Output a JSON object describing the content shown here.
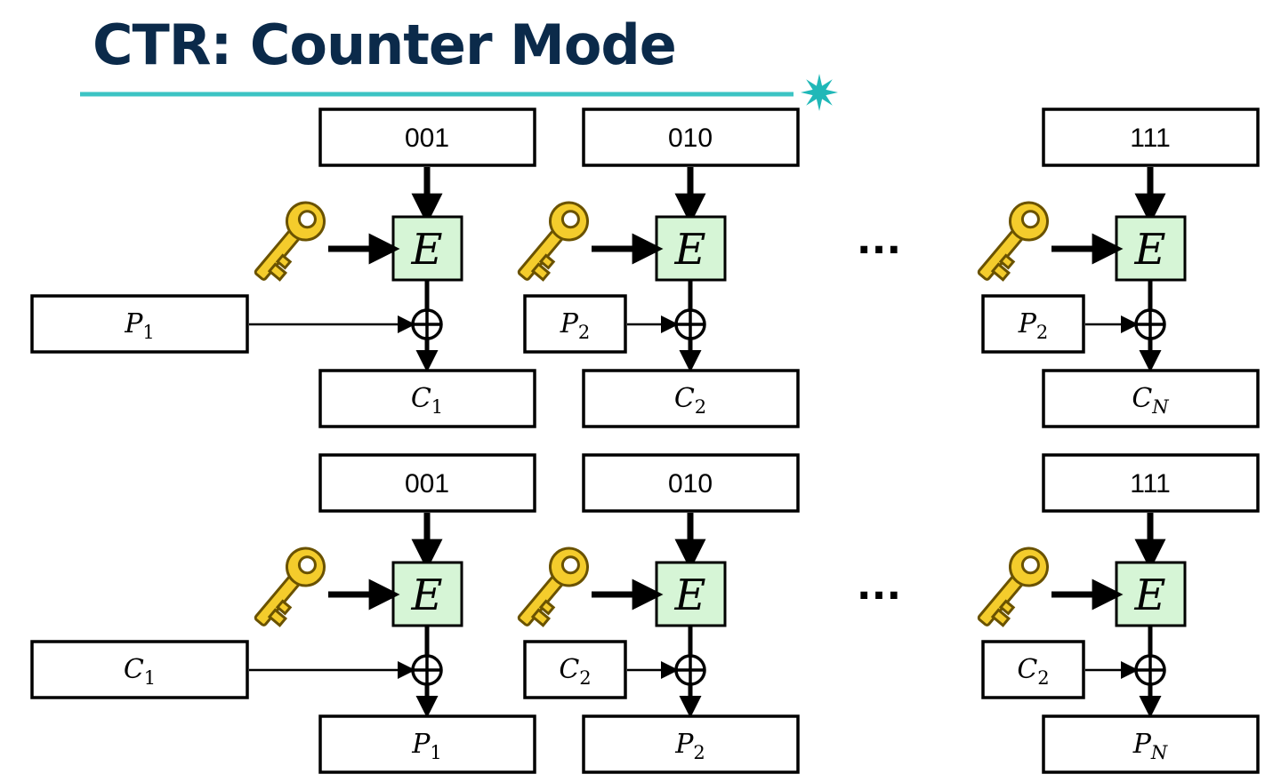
{
  "title": "CTR: Counter Mode",
  "colors": {
    "title": "#0b2a4a",
    "underline": "#3cc4c4",
    "star": "#20b8b8",
    "encrypt_fill": "#d6f5d6",
    "key_fill": "#f4cc2c",
    "key_stroke": "#6a5200"
  },
  "encrypt_label": "E",
  "ellipsis": "···",
  "rows": [
    {
      "name": "encryption",
      "stages": [
        {
          "counter": "001",
          "input": {
            "var": "P",
            "sub": "1"
          },
          "output": {
            "var": "C",
            "sub": "1"
          }
        },
        {
          "counter": "010",
          "input": {
            "var": "P",
            "sub": "2"
          },
          "output": {
            "var": "C",
            "sub": "2"
          }
        },
        {
          "counter": "111",
          "input": {
            "var": "P",
            "sub": "2"
          },
          "output": {
            "var": "C",
            "sub": "N"
          }
        }
      ]
    },
    {
      "name": "decryption",
      "stages": [
        {
          "counter": "001",
          "input": {
            "var": "C",
            "sub": "1"
          },
          "output": {
            "var": "P",
            "sub": "1"
          }
        },
        {
          "counter": "010",
          "input": {
            "var": "C",
            "sub": "2"
          },
          "output": {
            "var": "P",
            "sub": "2"
          }
        },
        {
          "counter": "111",
          "input": {
            "var": "C",
            "sub": "2"
          },
          "output": {
            "var": "P",
            "sub": "N"
          }
        }
      ]
    }
  ]
}
